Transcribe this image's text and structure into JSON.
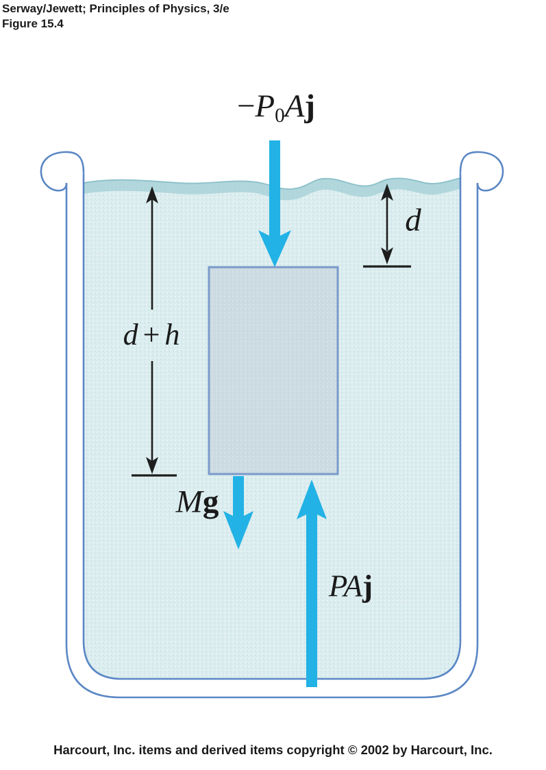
{
  "header": {
    "line1": "Serway/Jewett; Principles of Physics, 3/e",
    "line2": "Figure 15.4"
  },
  "footer": {
    "copyright": "Harcourt, Inc. items and derived items copyright © 2002 by Harcourt, Inc."
  },
  "diagram": {
    "description": "Buoyancy free-body diagram: a block submerged in a beaker of fluid",
    "labels": {
      "top_force": {
        "minus": "−",
        "P": "P",
        "sub0": "0",
        "A": "A",
        "j": "j"
      },
      "depth": {
        "d": "d"
      },
      "total_depth": {
        "d": "d",
        "plus": "+",
        "h": "h"
      },
      "weight": {
        "M": "M",
        "g": "g"
      },
      "bottom_force": {
        "P": "P",
        "A": "A",
        "j": "j"
      }
    },
    "colors": {
      "arrow": "#22b2e5",
      "container_outline": "#5b87c5",
      "water": "#dcedef",
      "surface_band": "#a9d2d8",
      "surface_line": "#8fc2cb",
      "block_fill": "#ccdae2",
      "block_border": "#7a9aca",
      "dimension": "#1e1e1e",
      "text": "#1a1a1a"
    }
  }
}
